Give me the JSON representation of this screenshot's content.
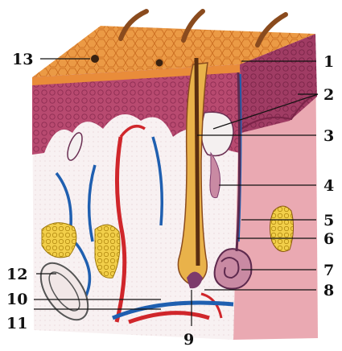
{
  "title": "",
  "colors": {
    "epidermis": "#e98c3a",
    "dermis": "#b4466c",
    "hypodermis": "#f7eef0",
    "side_face": "#e7a3ad",
    "artery": "#d0262b",
    "vein": "#1f5fb0",
    "fat": "#e9c235",
    "hair": "#9a5a2a",
    "gland": "#7d3b6c"
  },
  "labels": [
    {
      "id": "1",
      "text": "1"
    },
    {
      "id": "2",
      "text": "2"
    },
    {
      "id": "3",
      "text": "3"
    },
    {
      "id": "4",
      "text": "4"
    },
    {
      "id": "5",
      "text": "5"
    },
    {
      "id": "6",
      "text": "6"
    },
    {
      "id": "7",
      "text": "7"
    },
    {
      "id": "8",
      "text": "8"
    },
    {
      "id": "9",
      "text": "9"
    },
    {
      "id": "10",
      "text": "10"
    },
    {
      "id": "11",
      "text": "11"
    },
    {
      "id": "12",
      "text": "12"
    },
    {
      "id": "13",
      "text": "13"
    }
  ]
}
